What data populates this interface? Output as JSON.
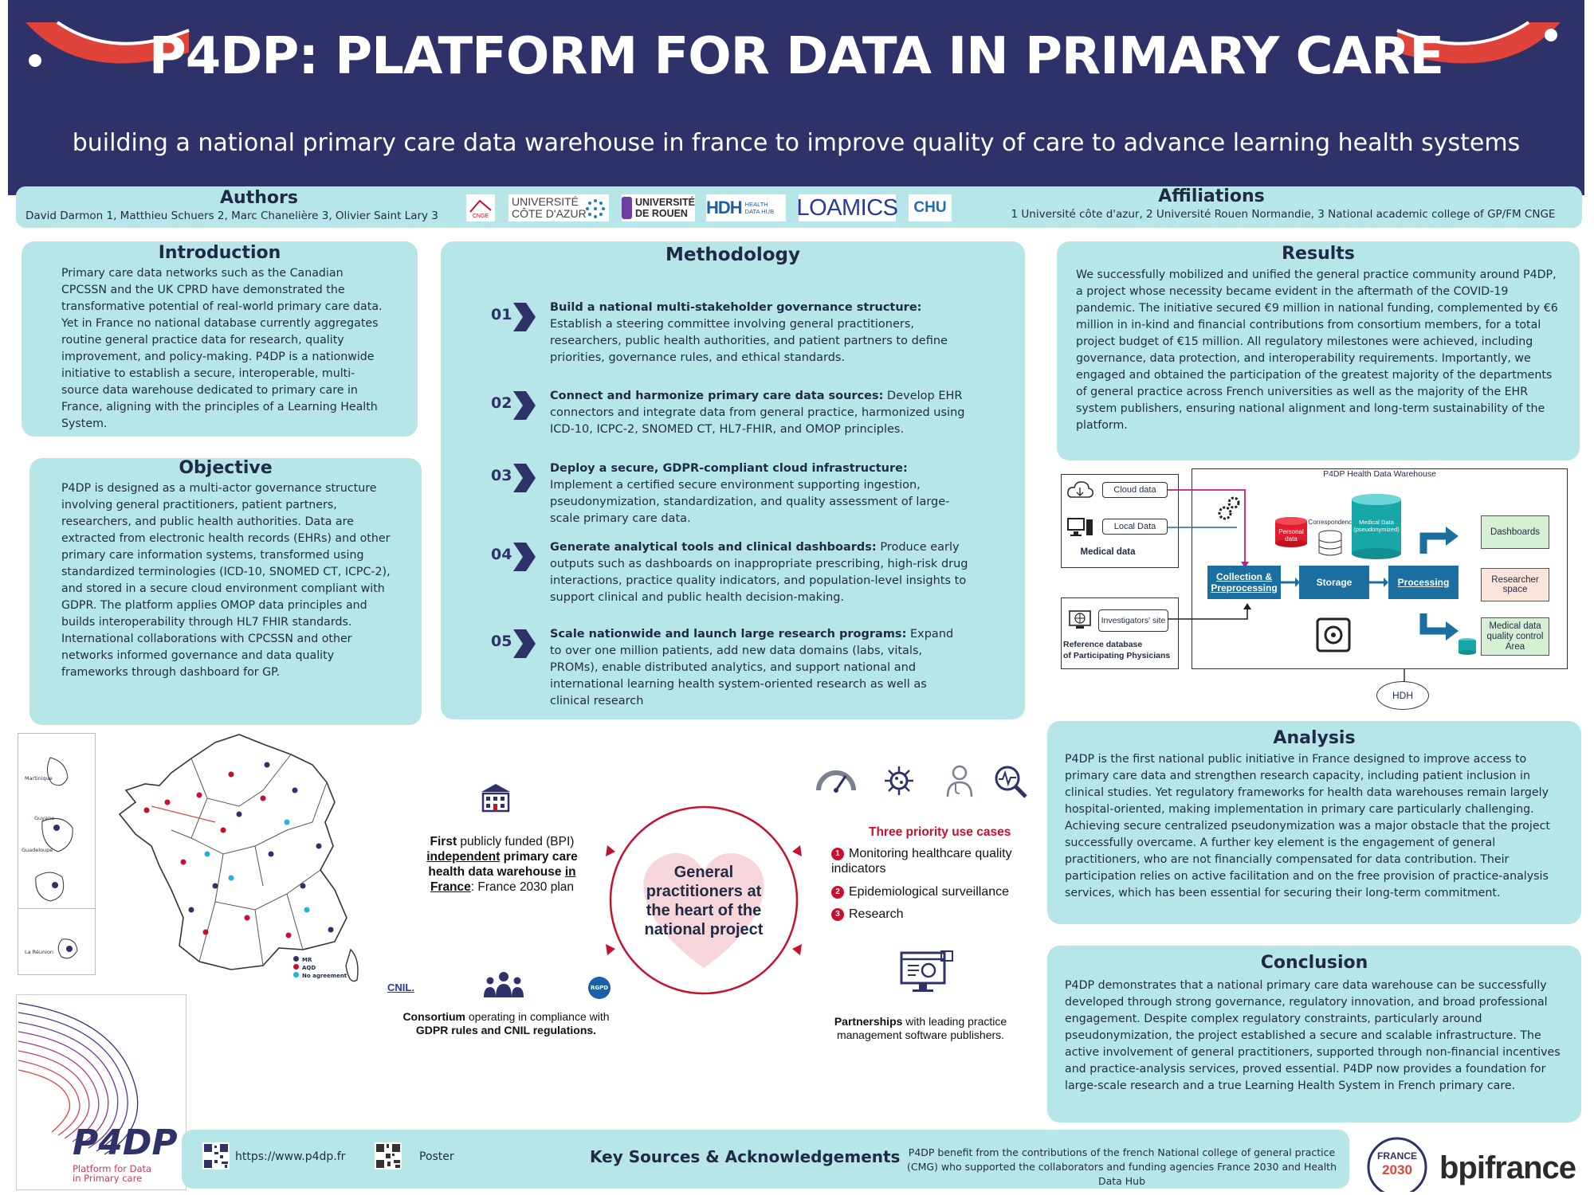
{
  "header": {
    "title": "P4DP: PLATFORM FOR DATA IN PRIMARY CARE",
    "subtitle": "building a national primary care data warehouse in france to improve quality of care to advance learning health systems"
  },
  "authors": {
    "heading": "Authors",
    "names": "David Darmon 1, Matthieu Schuers 2, Marc Chanelière 3, Olivier Saint Lary 3"
  },
  "affiliations": {
    "heading": "Affiliations",
    "text": "1 Université côte d'azur, 2 Université Rouen Normandie, 3 National academic college of GP/FM CNGE"
  },
  "logos": {
    "cnge": "CNGE",
    "uca_1": "UNIVERSITÉ",
    "uca_2": "CÔTE D'AZUR",
    "rouen_1": "UNIVERSITÉ",
    "rouen_2": "DE ROUEN",
    "hdh_mark": "HDH",
    "hdh_1": "HEALTH",
    "hdh_2": "DATA HUB",
    "loamics": "LOAMICS",
    "chu": "CHU"
  },
  "introduction": {
    "title": "Introduction",
    "text": "Primary care data networks such as the Canadian CPCSSN and the UK CPRD have demonstrated the transformative potential of real-world primary care data. Yet in France no national database currently aggregates routine general practice data for research, quality improvement, and policy-making. P4DP is a nationwide initiative to establish a secure, interoperable, multi-source data warehouse dedicated to primary care in France, aligning with the principles of a Learning Health System."
  },
  "objective": {
    "title": "Objective",
    "text": "P4DP is designed as a multi-actor governance structure involving general practitioners, patient partners, researchers, and public health authorities. Data are extracted from electronic health records (EHRs) and other primary care information systems, transformed using standardized terminologies (ICD-10, SNOMED CT, ICPC-2), and stored in a secure cloud environment compliant with GDPR. The platform applies OMOP data principles and builds interoperability through HL7 FHIR standards. International collaborations with CPCSSN and other networks informed governance and data quality frameworks through dashboard for GP."
  },
  "methodology": {
    "title": "Methodology",
    "items": [
      {
        "num": "01",
        "head": "Build a national multi-stakeholder governance structure:",
        "body": " Establish a steering committee involving general practitioners, researchers, public health authorities, and patient partners to define priorities, governance rules, and ethical standards."
      },
      {
        "num": "02",
        "head": "Connect and harmonize primary care data sources:",
        "body": " Develop EHR connectors and integrate data from general practice, harmonized using ICD-10, ICPC-2, SNOMED CT, HL7-FHIR, and OMOP principles."
      },
      {
        "num": "03",
        "head": "Deploy a secure, GDPR-compliant cloud infrastructure:",
        "body": " Implement a certified secure environment supporting ingestion, pseudonymization, standardization, and quality assessment of large-scale primary care data."
      },
      {
        "num": "04",
        "head": "Generate analytical tools and clinical dashboards:",
        "body": " Produce early outputs such as dashboards on inappropriate prescribing, high-risk drug interactions, practice quality indicators, and population-level insights to support clinical and public health decision-making."
      },
      {
        "num": "05",
        "head": "Scale nationwide and launch large research programs:",
        "body": " Expand to over one million patients, add new data domains (labs, vitals, PROMs), enable distributed analytics, and support national and international learning health system-oriented research as well as clinical research"
      }
    ]
  },
  "results": {
    "title": "Results",
    "text": "We successfully mobilized and unified the general practice community around P4DP, a project whose necessity became evident in the aftermath of the COVID-19 pandemic. The initiative secured €9 million in national funding, complemented by €6 million in in-kind and financial contributions from consortium members, for a total project budget of €15 million. All regulatory milestones were achieved, including governance, data protection, and interoperability requirements. Importantly, we engaged and obtained the participation of the greatest majority of the departments of general practice across French universities as well as the majority of the EHR system publishers, ensuring national alignment and long-term sustainability of the platform."
  },
  "diagram": {
    "warehouse_title": "P4DP Health Data Warehouse",
    "cloud_data": "Cloud data",
    "local_data": "Local Data",
    "medical_data": "Medical data",
    "investigators_site": "Investigators' site",
    "reference_db_1": "Reference database",
    "reference_db_2": "of Participating Physicians",
    "personal_data": "Personal data",
    "correspondence": "Correspondence",
    "medical_data_pseudo": "Medical Data (pseudonymized)",
    "collection": "Collection & Preprocessing",
    "storage": "Storage",
    "processing": "Processing",
    "dashboards": "Dashboards",
    "researcher_space": "Researcher space",
    "quality_control": "Medical data quality control Area",
    "hdh": "HDH"
  },
  "analysis": {
    "title": "Analysis",
    "text": "P4DP is the first national public initiative in France designed to improve access to primary care data and strengthen research capacity, including patient inclusion in clinical studies. Yet regulatory frameworks for health data warehouses remain largely hospital-oriented, making implementation in primary care particularly challenging. Achieving secure centralized pseudonymization was a major obstacle that the project successfully overcame. A further key element is the engagement of general practitioners, who are not financially compensated for data contribution. Their participation relies on active facilitation and on the free provision of practice-analysis services, which has been essential for securing their long-term commitment."
  },
  "conclusion": {
    "title": "Conclusion",
    "text": "P4DP demonstrates that a national primary care data warehouse can be successfully developed through strong governance, regulatory innovation, and broad professional engagement. Despite complex regulatory constraints, particularly around pseudonymization, the project established a secure and scalable infrastructure. The active involvement of general practitioners, supported through non-financial incentives and practice-analysis services, proved essential. P4DP now provides a foundation for large-scale research and a true Learning Health System in French primary care."
  },
  "infographic": {
    "heart": "General practitioners at the heart of the national project",
    "bpi_first": "First",
    "bpi_t1": " publicly funded (BPI)",
    "bpi_independent": "independent",
    "bpi_t2": " primary care",
    "bpi_t3": "health data warehouse ",
    "bpi_in": "in",
    "bpi_france": "France",
    "bpi_t4": ": France 2030 plan",
    "priority_title": "Three priority use cases",
    "priorities": [
      "Monitoring healthcare quality indicators",
      "Epidemiological surveillance",
      "Research"
    ],
    "consortium_b": "Consortium",
    "consortium_t1": " operating in compliance with",
    "consortium_t2b": "GDPR",
    "consortium_t3": " rules and ",
    "consortium_t4b": "CNIL regulations.",
    "cnil": "CNIL.",
    "rgpd": "RGPD",
    "partnerships_b": "Partnerships",
    "partnerships_t1": " with leading practice",
    "partnerships_t2": "management software publishers."
  },
  "map": {
    "martinique": "Martinique",
    "guyane": "Guyane",
    "guadeloupe": "Guadeloupe",
    "la_reunion": "La Réunion",
    "legend": [
      "MR",
      "AQD",
      "No agreement"
    ]
  },
  "p4dp_logo": {
    "name": "P4DP",
    "tag1": "Platform for Data",
    "tag2": "in Primary care"
  },
  "footer": {
    "url": "https://www.p4dp.fr",
    "poster": "Poster",
    "heading": "Key Sources & Acknowledgements",
    "ack": "P4DP benefit from the contributions of the french National college of general practice (CMG) who supported the collaborators and funding agencies France 2030 and Health Data Hub",
    "france": "FRANCE",
    "year": "2030",
    "bpi": "bpifrance"
  },
  "colors": {
    "navy": "#2e3269",
    "panel": "#b7e6e9",
    "accent_red": "#e0433a",
    "heart": "#f7d6db",
    "diagram_blue": "#1a6fa0",
    "teal": "#17a7a7"
  }
}
